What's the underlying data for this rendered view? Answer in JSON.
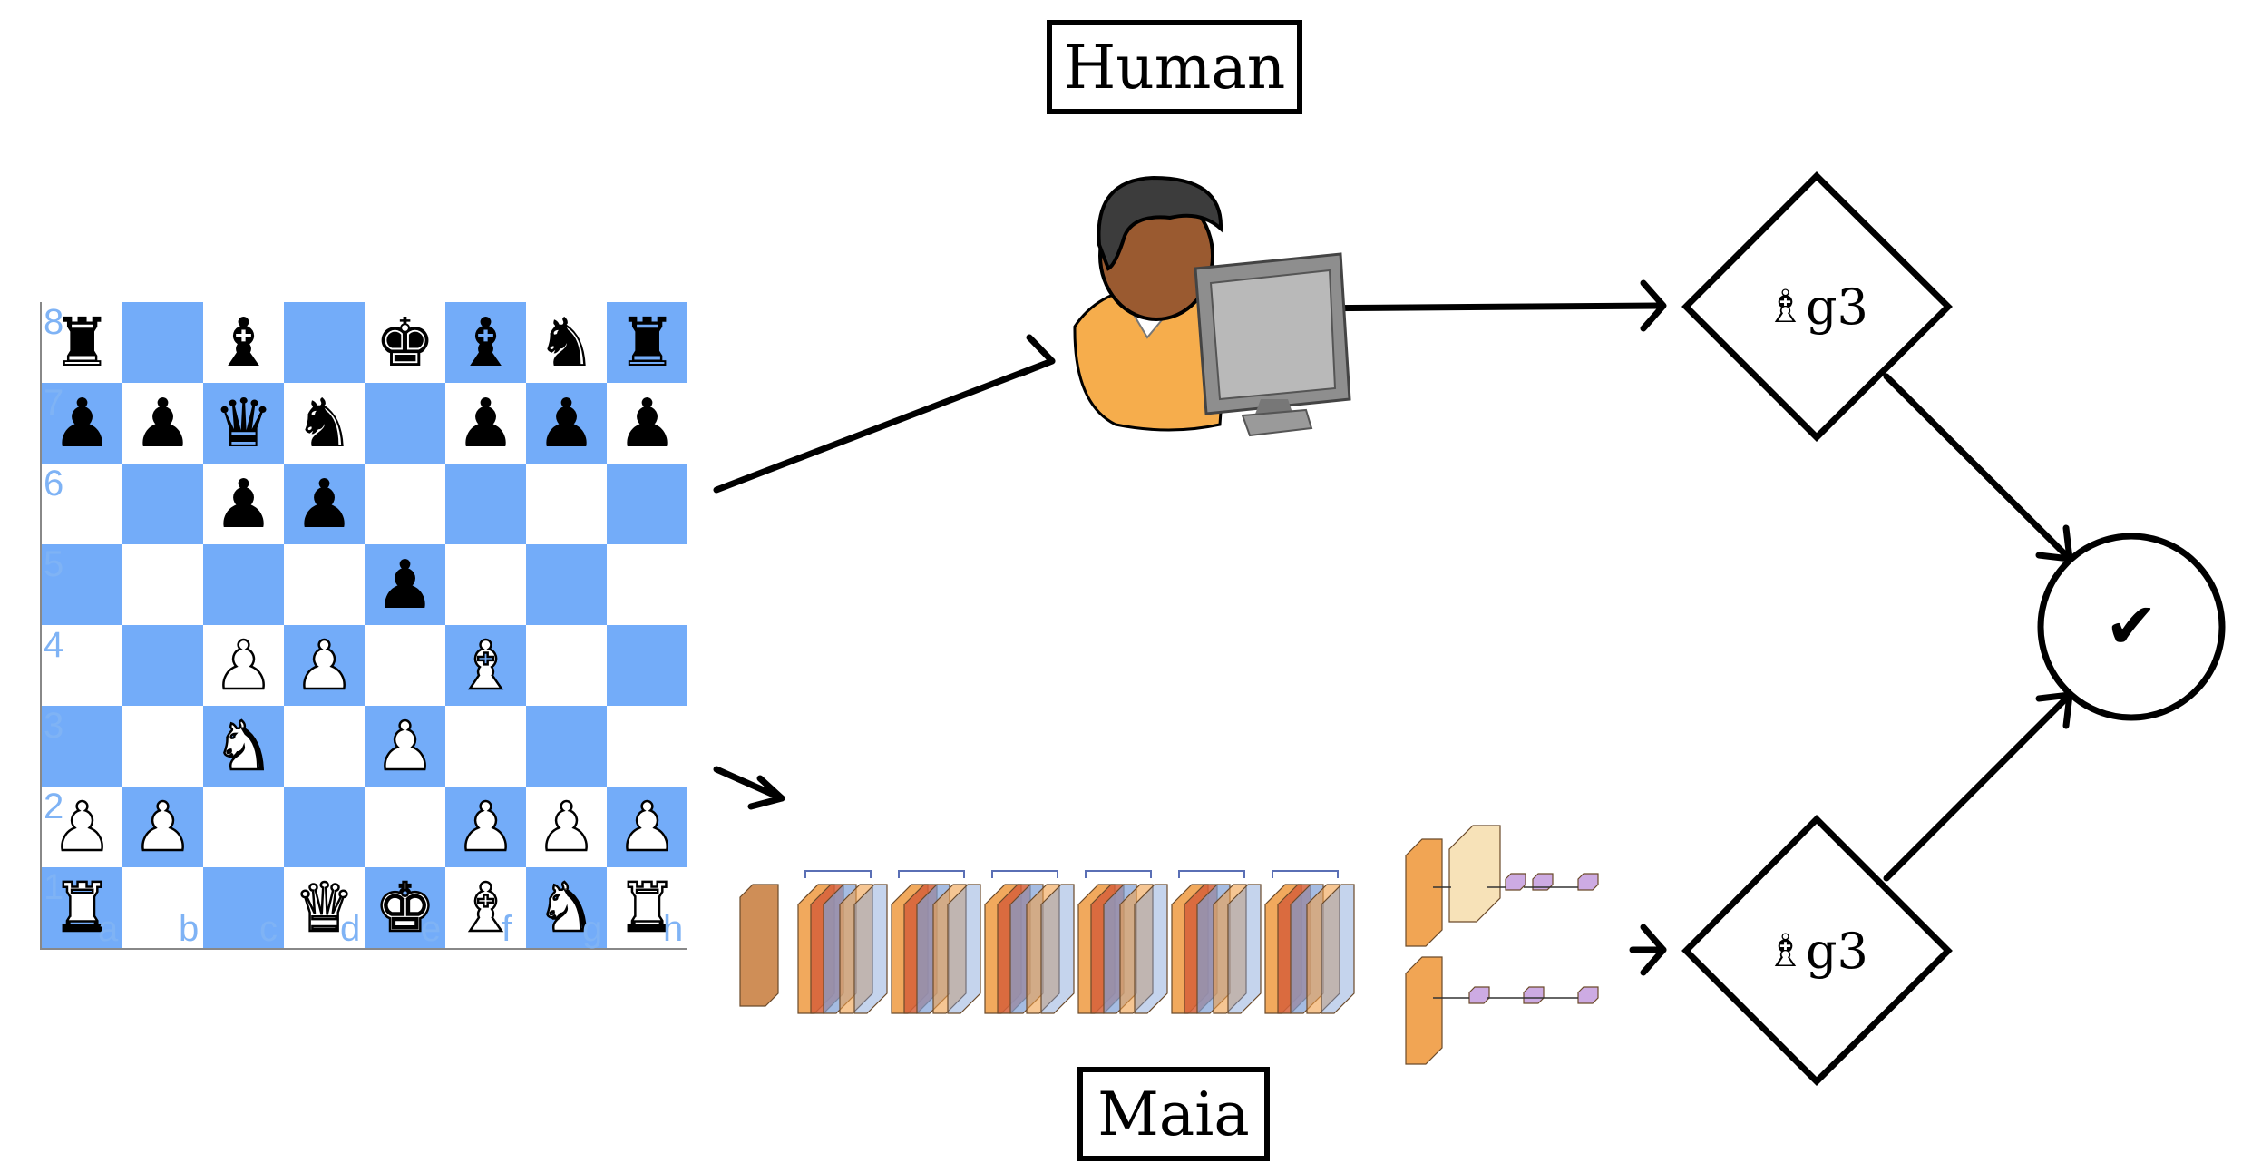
{
  "labels": {
    "human": "Human",
    "maia": "Maia"
  },
  "moves": {
    "human_move_piece": "♗",
    "human_move_square": "g3",
    "maia_move_piece": "♗",
    "maia_move_square": "g3"
  },
  "outcome": {
    "check_symbol": "✔"
  },
  "board": {
    "files": [
      "a",
      "b",
      "c",
      "d",
      "e",
      "f",
      "g",
      "h"
    ],
    "ranks": [
      "8",
      "7",
      "6",
      "5",
      "4",
      "3",
      "2",
      "1"
    ],
    "light_color": "#ffffff",
    "dark_color": "#73acf9",
    "position": [
      [
        "r",
        "",
        "b",
        "",
        "k",
        "b",
        "n",
        "r"
      ],
      [
        "p",
        "p",
        "q",
        "n",
        "",
        "p",
        "p",
        "p"
      ],
      [
        "",
        "",
        "p",
        "p",
        "",
        "",
        "",
        ""
      ],
      [
        "",
        "",
        "",
        "",
        "p",
        "",
        "",
        ""
      ],
      [
        "",
        "",
        "P",
        "P",
        "",
        "B",
        "",
        ""
      ],
      [
        "",
        "",
        "N",
        "",
        "P",
        "",
        "",
        ""
      ],
      [
        "P",
        "P",
        "",
        "",
        "",
        "P",
        "P",
        "P"
      ],
      [
        "R",
        "",
        "",
        "Q",
        "K",
        "B",
        "N",
        "R"
      ]
    ]
  },
  "icons": {
    "human_icon": "user-at-computer-icon",
    "network_icon": "neural-network-diagram-icon"
  },
  "colors": {
    "accent_orange": "#f0a04b",
    "accent_blue": "#7f9fd6",
    "accent_purple": "#c8a2e0"
  }
}
